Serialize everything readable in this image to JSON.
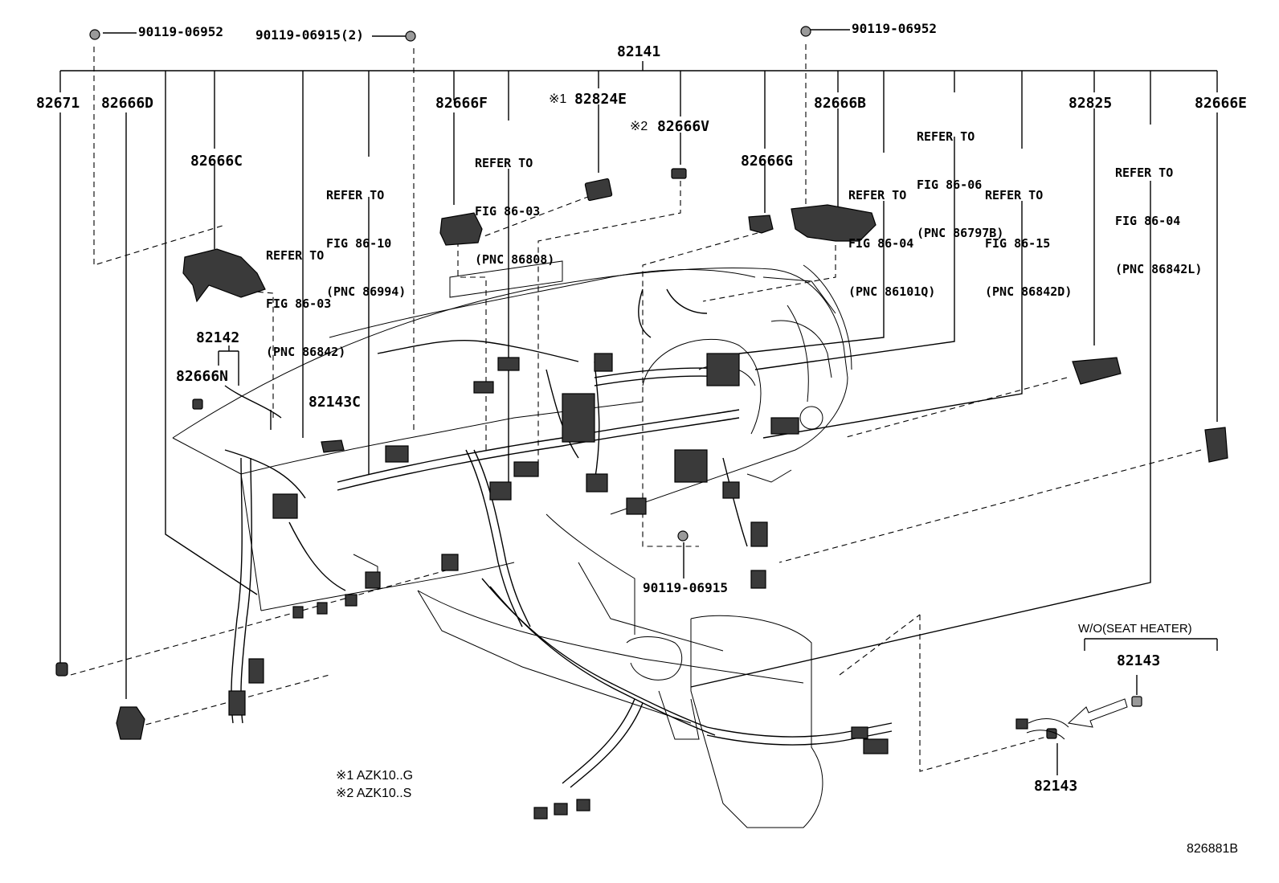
{
  "part_numbers": {
    "main_harness": "82141",
    "bolt_top_left": "90119-06952",
    "bolt_top_mid": "90119-06915(2)",
    "bolt_top_right": "90119-06952",
    "bolt_center": "90119-06915",
    "p82671": "82671",
    "p82666D": "82666D",
    "p82666C": "82666C",
    "p82666F": "82666F",
    "p82824E": "82824E",
    "p82824E_mark": "※1",
    "p82666V": "82666V",
    "p82666V_mark": "※2",
    "p82666G": "82666G",
    "p82666B": "82666B",
    "p82825": "82825",
    "p82666E": "82666E",
    "p82142": "82142",
    "p82666N": "82666N",
    "p82143C": "82143C",
    "p82143_top": "82143",
    "p82143_bottom": "82143"
  },
  "references": {
    "ref_86_10": [
      "REFER TO",
      "FIG 86-10",
      "(PNC 86994)"
    ],
    "ref_86_03_left": [
      "REFER TO",
      "FIG 86-03",
      "(PNC 86842)"
    ],
    "ref_86_03_mid": [
      "REFER TO",
      "FIG 86-03",
      "(PNC 86808)"
    ],
    "ref_86_06": [
      "REFER TO",
      "FIG 86-06",
      "(PNC 86797B)"
    ],
    "ref_86_04_mid": [
      "REFER TO",
      "FIG 86-04",
      "(PNC 86101Q)"
    ],
    "ref_86_15": [
      "REFER TO",
      "FIG 86-15",
      "(PNC 86842D)"
    ],
    "ref_86_04_right": [
      "REFER TO",
      "FIG 86-04",
      "(PNC 86842L)"
    ]
  },
  "notes": {
    "variant": "W/O(SEAT HEATER)",
    "footnote_1": "※1 AZK10..G",
    "footnote_2": "※2 AZK10..S",
    "figure_id": "826881B"
  },
  "colors": {
    "ink": "#000000",
    "paper": "#ffffff",
    "part_fill": "#3a3a3a"
  }
}
